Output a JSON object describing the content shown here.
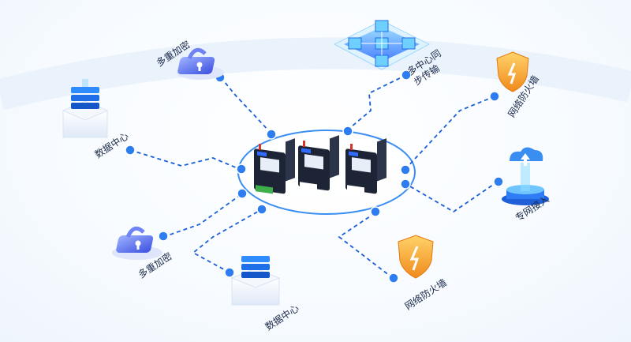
{
  "colors": {
    "line": "#1b5fd8",
    "dot": "#2d7df0",
    "ring": "#3a8ef2",
    "device": "#1c2436",
    "accent": "#2f6bff"
  },
  "nodes": [
    {
      "name": "encryption-top",
      "icon": "lock-icon",
      "label": "多重加密"
    },
    {
      "name": "data-center-left",
      "icon": "server-stack-icon",
      "label": "数据中心"
    },
    {
      "name": "encryption-bottom",
      "icon": "lock-icon",
      "label": "多重加密"
    },
    {
      "name": "data-center-bottom",
      "icon": "server-stack-icon",
      "label": "数据中心"
    },
    {
      "name": "multi-center-sync",
      "icon": "network-grid-icon",
      "label_line1": "多中心同",
      "label_line2": "步传输"
    },
    {
      "name": "firewall-top",
      "icon": "shield-icon",
      "label": "网络防火墙"
    },
    {
      "name": "private-network",
      "icon": "cloud-upload-icon",
      "label": "专网接入"
    },
    {
      "name": "firewall-bottom",
      "icon": "shield-icon",
      "label": "网络防火墙"
    }
  ],
  "hub": {
    "device_count": 3,
    "device_icon": "router-device-icon"
  }
}
